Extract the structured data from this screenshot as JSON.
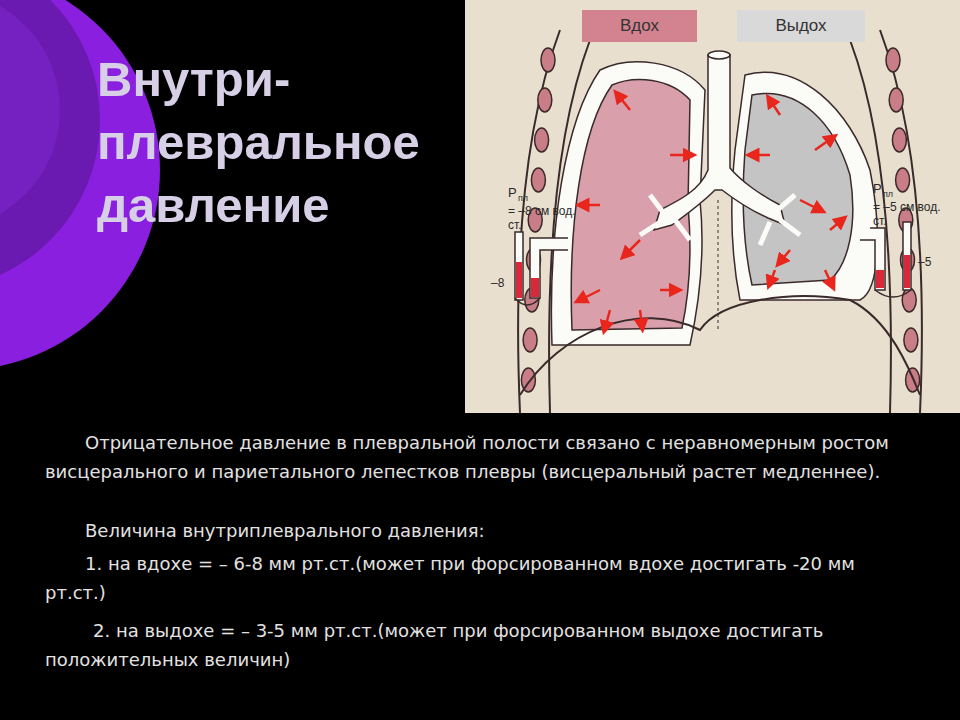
{
  "diagram": {
    "title": "Внутри- плевральное давление",
    "nodes": [
      {
        "text": [
          "Вдох"
        ]
      },
      {
        "text": [
          "Выдох"
        ]
      }
    ],
    "labels": [
      "Р",
      "пл",
      "= –8 см вод. ст.",
      "–8",
      "Р",
      "пл",
      "= –5 см вод. ст.",
      "–5",
      "Отрицательное давление в плевральной полости связано с неравномерным ростом висцерального и париетального лепестков плевры (висцеральный растет медленнее).",
      "Величина внутриплеврального давления:",
      "1. на вдохе = – 6-8 мм рт.ст.(может при форсированном вдохе достигать -20 мм рт.ст.)",
      "2. на выдохе = – 3-5 мм рт.ст.(может при форсированном выдохе достигать положительных величин)"
    ]
  }
}
